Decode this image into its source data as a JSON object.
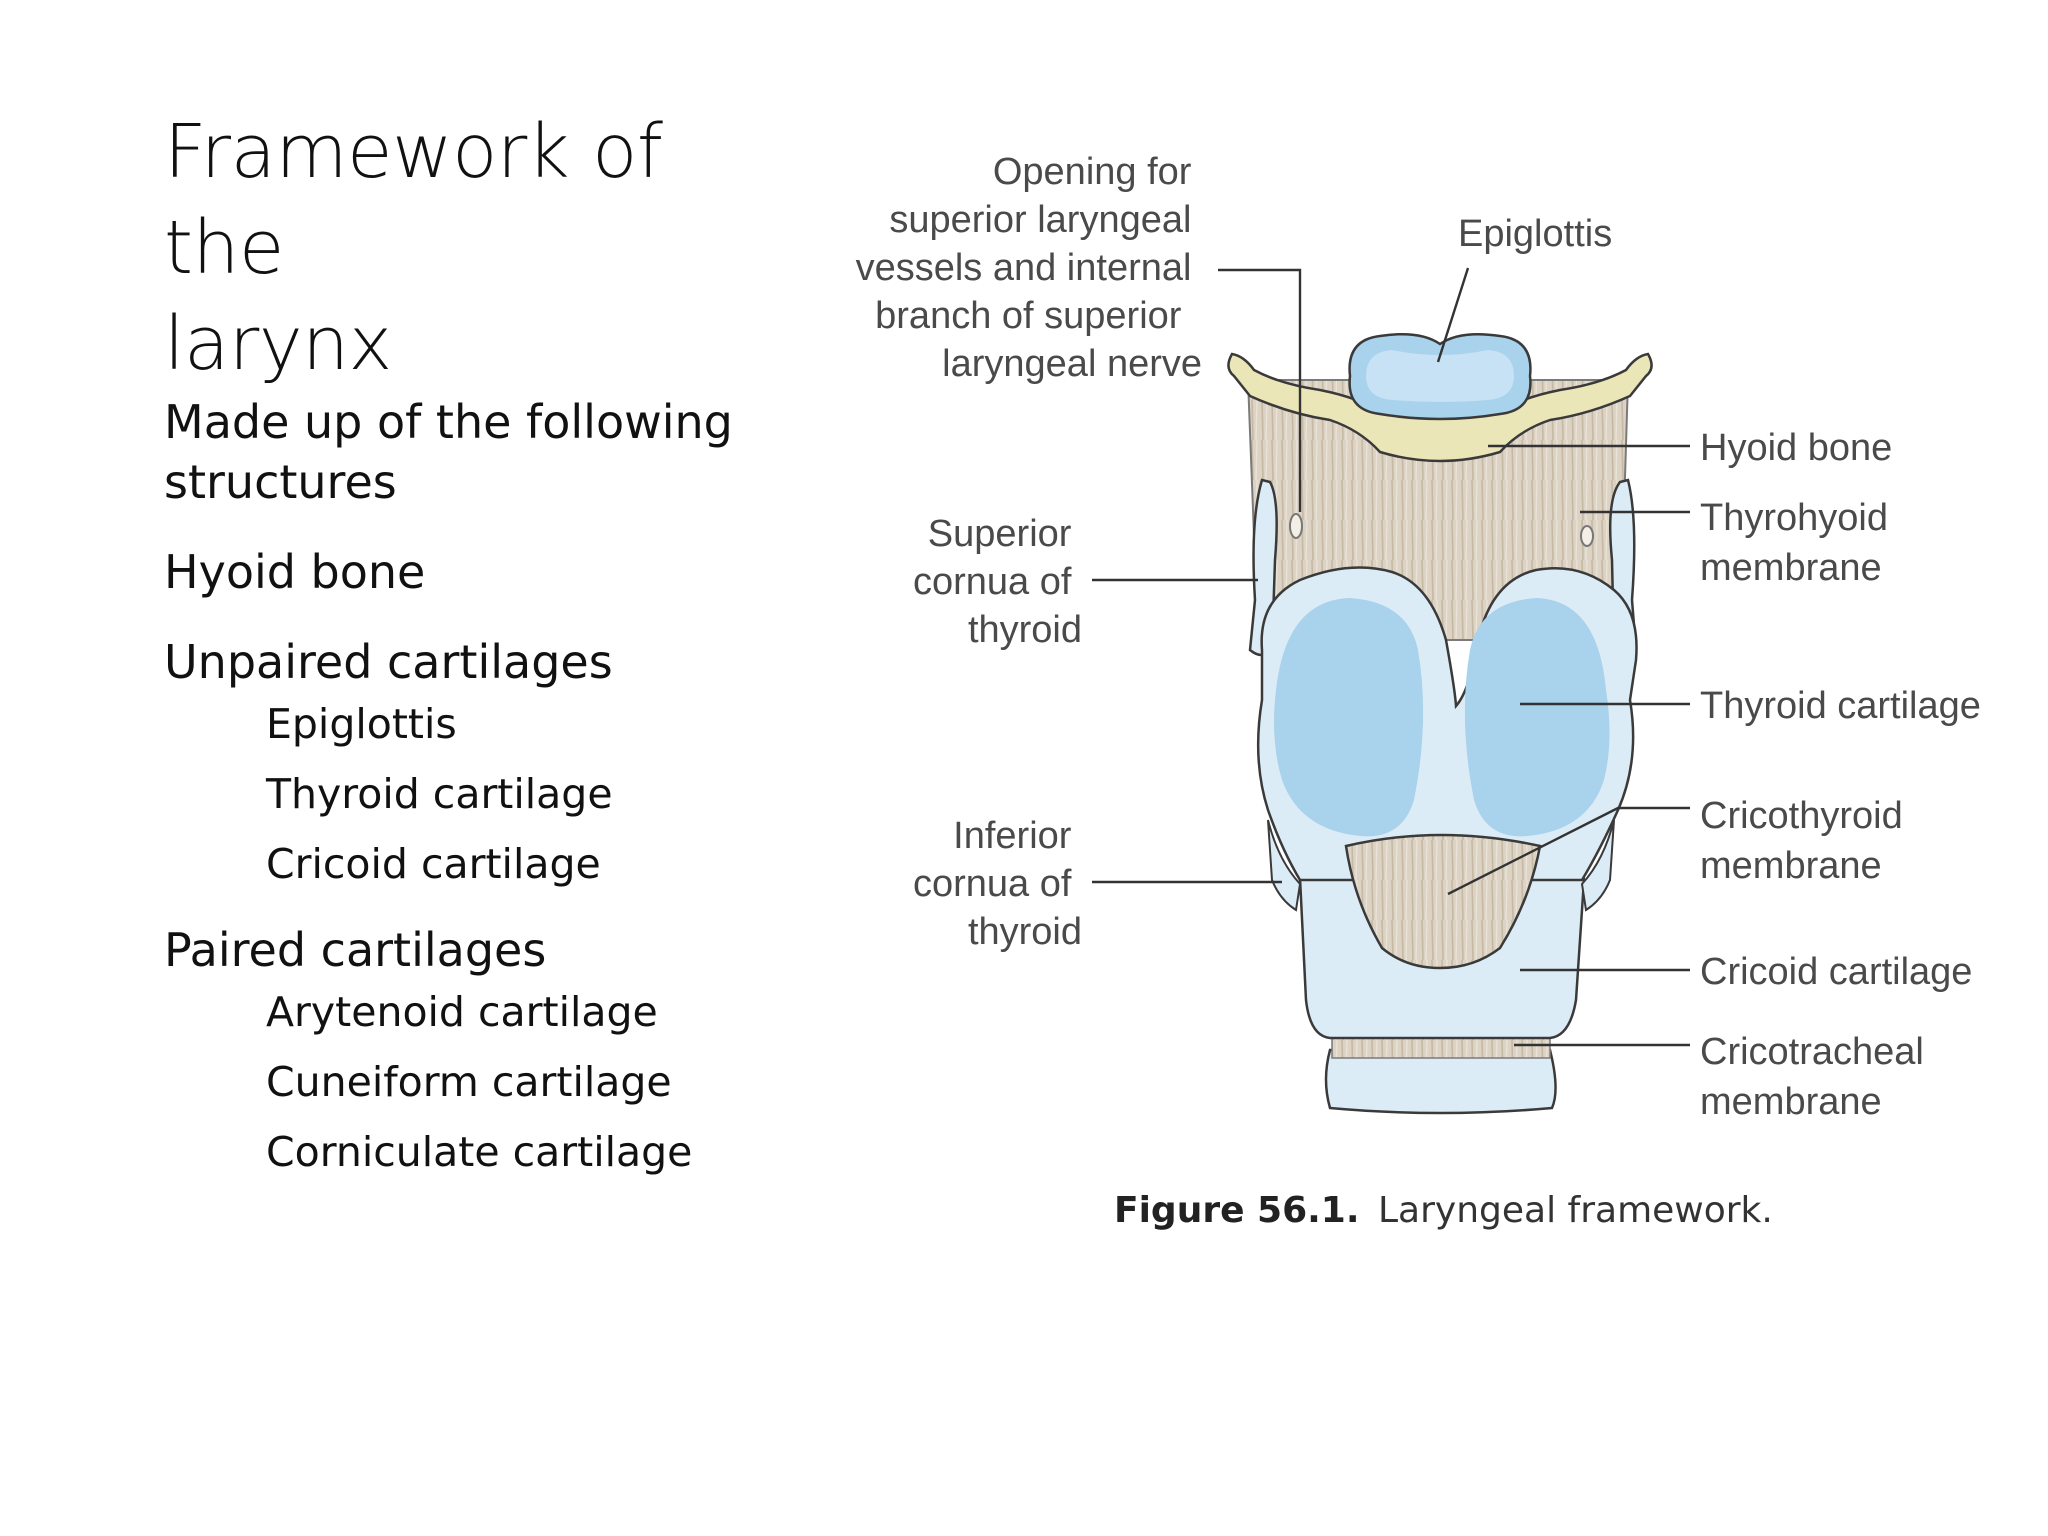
{
  "slide": {
    "title_line1": "Framework of the",
    "title_line2": "larynx"
  },
  "bullets": {
    "intro": "Made up of the following structures",
    "hyoid": "Hyoid bone",
    "unpaired_heading": "Unpaired cartilages",
    "unpaired": [
      "Epiglottis",
      "Thyroid cartilage",
      "Cricoid cartilage"
    ],
    "paired_heading": "Paired cartilages",
    "paired": [
      "Arytenoid cartilage",
      "Cuneiform cartilage",
      "Corniculate cartilage"
    ]
  },
  "figure": {
    "labels": {
      "opening": [
        "Opening for",
        "superior laryngeal",
        "vessels and internal",
        "branch of superior",
        "laryngeal nerve"
      ],
      "epiglottis": "Epiglottis",
      "hyoid_bone": "Hyoid bone",
      "thyrohyoid": [
        "Thyrohyoid",
        "membrane"
      ],
      "superior_cornua": [
        "Superior",
        "cornua of",
        "thyroid"
      ],
      "thyroid_cartilage": "Thyroid cartilage",
      "cricothyroid": [
        "Cricothyroid",
        "membrane"
      ],
      "inferior_cornua": [
        "Inferior",
        "cornua of",
        "thyroid"
      ],
      "cricoid_cartilage": "Cricoid cartilage",
      "cricotracheal": [
        "Cricotracheal",
        "membrane"
      ]
    },
    "caption_number": "Figure 56.1.",
    "caption_text": "Laryngeal framework."
  },
  "colors": {
    "cartilage_light": "#dcecf7",
    "cartilage_dark": "#a9d2ec",
    "membrane": "#d9d0c2",
    "hyoid": "#ebe6b8",
    "outline": "#3a3a3a"
  }
}
